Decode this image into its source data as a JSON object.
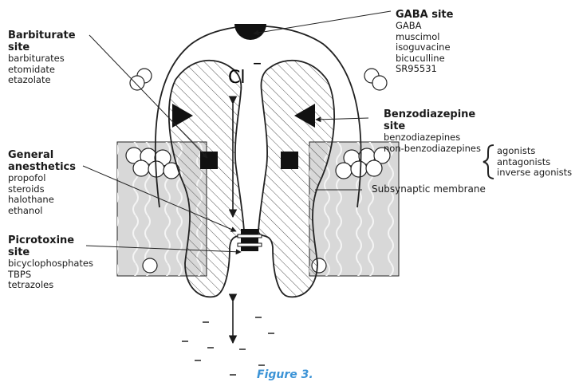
{
  "labels": {
    "barbiturate": {
      "title_line1": "Barbiturate",
      "title_line2": "site",
      "items": [
        "barbiturates",
        "etomidate",
        "etazolate"
      ]
    },
    "general_anesthetics": {
      "title_line1": "General",
      "title_line2": "anesthetics",
      "items": [
        "propofol",
        "steroids",
        "halothane",
        "ethanol"
      ]
    },
    "picrotoxine": {
      "title_line1": "Picrotoxine",
      "title_line2": "site",
      "items": [
        "bicyclophosphates",
        "TBPS",
        "tetrazoles"
      ]
    },
    "gaba": {
      "title": "GABA site",
      "items": [
        "GABA",
        "muscimol",
        "isoguvacine",
        "bicuculline",
        "SR95531"
      ]
    },
    "benzodiazepine": {
      "title_line1": "Benzodiazepine",
      "title_line2": "site",
      "items": [
        "benzodiazepines",
        "non-benzodiazepines"
      ],
      "bracket_items": [
        "agonists",
        "antagonists",
        "inverse agonists"
      ]
    },
    "membrane": "Subsynaptic membrane",
    "ion": "Cl",
    "ion_charge": "–"
  },
  "caption": "Figure 3.",
  "colors": {
    "caption": "#3b93d6",
    "membrane_fill": "#d8d8d8",
    "ink": "#1a1a1a"
  }
}
